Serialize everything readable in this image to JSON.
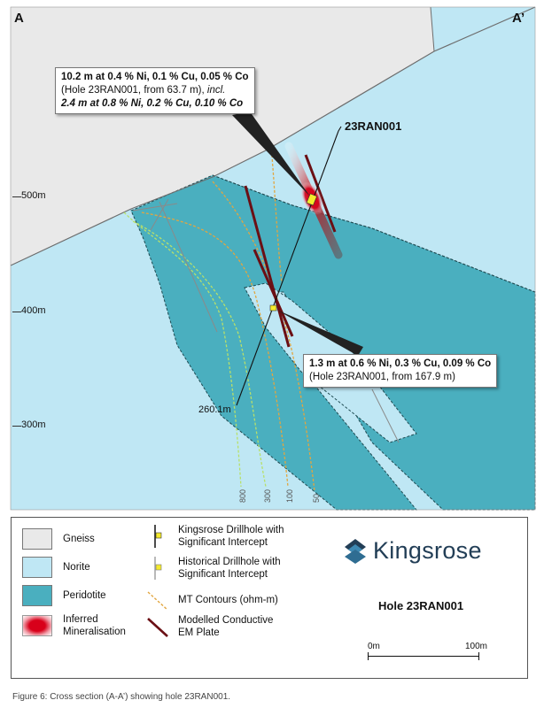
{
  "section": {
    "corner_left": "A",
    "corner_right": "A’",
    "depths": [
      "500m",
      "400m",
      "300m"
    ],
    "hole_label": "23RAN001",
    "end_depth": "260.1m",
    "contour_labels": [
      "800",
      "300",
      "100",
      "50"
    ],
    "callout_upper": {
      "line1": "10.2 m at  0.4 % Ni, 0.1 % Cu, 0.05 % Co",
      "line2_main": "(Hole 23RAN001, from 63.7 m),",
      "line2_incl": "incl.",
      "line3": "2.4 m at  0.8 % Ni,  0.2 % Cu, 0.10 % Co"
    },
    "callout_lower": {
      "line1": "1.3 m at 0.6 % Ni, 0.3 % Cu, 0.09 % Co",
      "line2": "(Hole 23RAN001, from  167.9 m)"
    },
    "colors": {
      "norite": "#bfe7f4",
      "peridotite": "#4aafbf",
      "gneiss": "#e9e9e9",
      "plate": "#6b0f14",
      "contour": "#e2a640",
      "contour_green": "#b8e06a"
    }
  },
  "legend": {
    "gneiss": "Gneiss",
    "norite": "Norite",
    "peridotite": "Peridotite",
    "mineral_1": "Inferred",
    "mineral_2": "Mineralisation",
    "kings_1": "Kingsrose Drillhole with",
    "kings_2": "Significant Intercept",
    "hist_1": "Historical Drillhole with",
    "hist_2": "Significant Intercept",
    "mt": "MT Contours (ohm-m)",
    "em_1": "Modelled Conductive",
    "em_2": "EM Plate",
    "brand": "Kingsrose",
    "title": "Hole 23RAN001",
    "scale_start": "0m",
    "scale_end": "100m"
  },
  "caption": "Figure 6: Cross section (A-A’) showing hole 23RAN001."
}
